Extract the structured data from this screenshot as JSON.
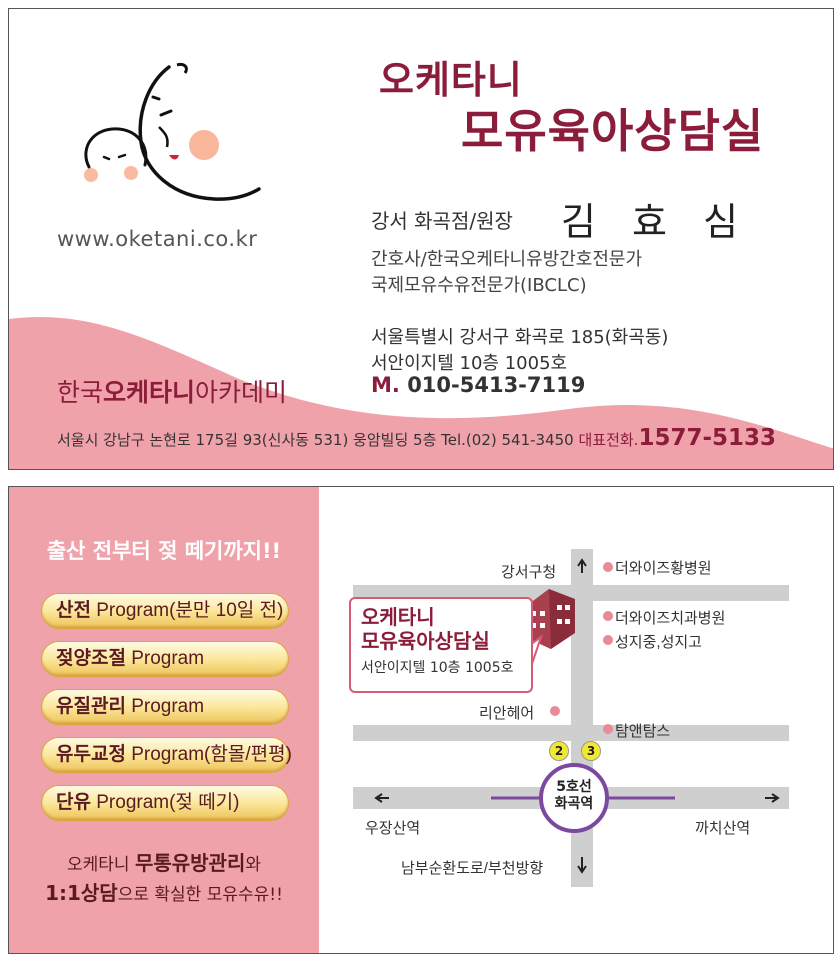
{
  "front": {
    "website": "www.oketani.co.kr",
    "brand": {
      "line1": "오케타니",
      "line2": "모유육아상담실"
    },
    "branch_role": "강서 화곡점/원장",
    "person_name": "김 효 심",
    "credentials": [
      "간호사/한국오케타니유방간호전문가",
      "국제모유수유전문가(IBCLC)"
    ],
    "address": [
      "서울특별시 강서구 화곡로 185(화곡동)",
      "서안이지텔 10층 1005호"
    ],
    "mobile_label": "M.",
    "mobile_number": "010-5413-7119",
    "academy": {
      "prefix": "한국",
      "name": "오케타니",
      "suffix": "아카데미"
    },
    "footer_address": "서울시 강남구 논현로 175길 93(신사동 531) 웅암빌딩 5층 Tel.(02) 541-3450",
    "main_tel_label": "대표전화.",
    "main_tel": "1577-5133",
    "colors": {
      "brand": "#8b1d3a",
      "pink": "#f0a2ab"
    }
  },
  "back": {
    "slogan": "출산 전부터 젖 떼기까지!!",
    "programs": [
      {
        "title": "산전",
        "detail": " Program(분만 10일 전)"
      },
      {
        "title": "젖양조절",
        "detail": " Program"
      },
      {
        "title": "유질관리",
        "detail": " Program"
      },
      {
        "title": "유두교정",
        "detail": " Program(함몰/편평)"
      },
      {
        "title": "단유",
        "detail": " Program(젖 떼기)"
      }
    ],
    "tagline1": {
      "pre": "오케타니 ",
      "bold": "무통유방관리",
      "post": "와"
    },
    "tagline2": {
      "bold": "1:1상담",
      "post": "으로 확실한 모유수유!!"
    },
    "map": {
      "north_label": "강서구청",
      "south_label": "남부순환도로/부천방향",
      "west_label": "우장산역",
      "east_label": "까치산역",
      "landmarks": [
        "더와이즈황병원",
        "더와이즈치과병원",
        "성지중,성지고",
        "탐앤탐스",
        "리안헤어"
      ],
      "callout": {
        "line1": "오케타니",
        "line2": "모유육아상담실",
        "line3": "서안이지텔 10층 1005호"
      },
      "station_line": "5호선",
      "station_name": "화곡역",
      "exits": [
        "2",
        "3"
      ],
      "colors": {
        "road": "#cfcfcf",
        "subway": "#7b4aa0",
        "marker": "#e88a98"
      }
    }
  }
}
